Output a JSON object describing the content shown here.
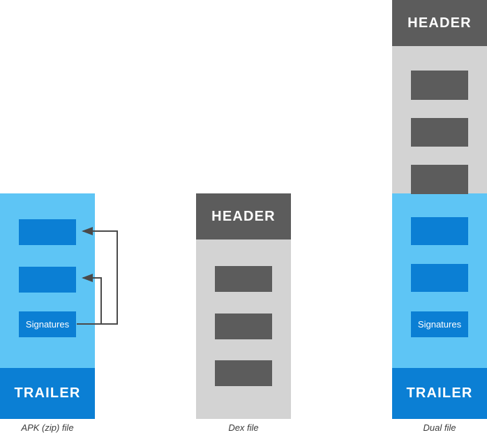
{
  "diagram": {
    "title_text": "",
    "colors": {
      "header_gray": "#5c5c5c",
      "body_gray": "#d3d3d3",
      "body_light_blue": "#5ec5f5",
      "blue": "#0b7fd4",
      "arrow": "#4a4a4a",
      "background": "#ffffff",
      "text_light": "#ffffff",
      "caption": "#3c3c3c"
    },
    "columns": [
      {
        "id": "apk",
        "caption": "APK (zip) file",
        "segments": [
          {
            "name": "block-1",
            "label": "",
            "style": "blue"
          },
          {
            "name": "block-2",
            "label": "",
            "style": "blue"
          },
          {
            "name": "signatures",
            "label": "Signatures",
            "style": "blue"
          }
        ],
        "trailer_label": "TRAILER",
        "header_label": ""
      },
      {
        "id": "dex",
        "caption": "Dex file",
        "header_label": "HEADER",
        "segments": [
          {
            "name": "block-1",
            "label": "",
            "style": "gray"
          },
          {
            "name": "block-2",
            "label": "",
            "style": "gray"
          },
          {
            "name": "block-3",
            "label": "",
            "style": "gray"
          }
        ],
        "trailer_label": ""
      },
      {
        "id": "dual",
        "caption": "Dual file",
        "header_label": "HEADER",
        "segments": [
          {
            "name": "block-1",
            "label": "",
            "style": "gray"
          },
          {
            "name": "block-2",
            "label": "",
            "style": "gray"
          },
          {
            "name": "block-3",
            "label": "",
            "style": "gray"
          },
          {
            "name": "block-4",
            "label": "",
            "style": "blue"
          },
          {
            "name": "block-5",
            "label": "",
            "style": "blue"
          },
          {
            "name": "signatures",
            "label": "Signatures",
            "style": "blue"
          }
        ],
        "trailer_label": "TRAILER"
      }
    ]
  }
}
